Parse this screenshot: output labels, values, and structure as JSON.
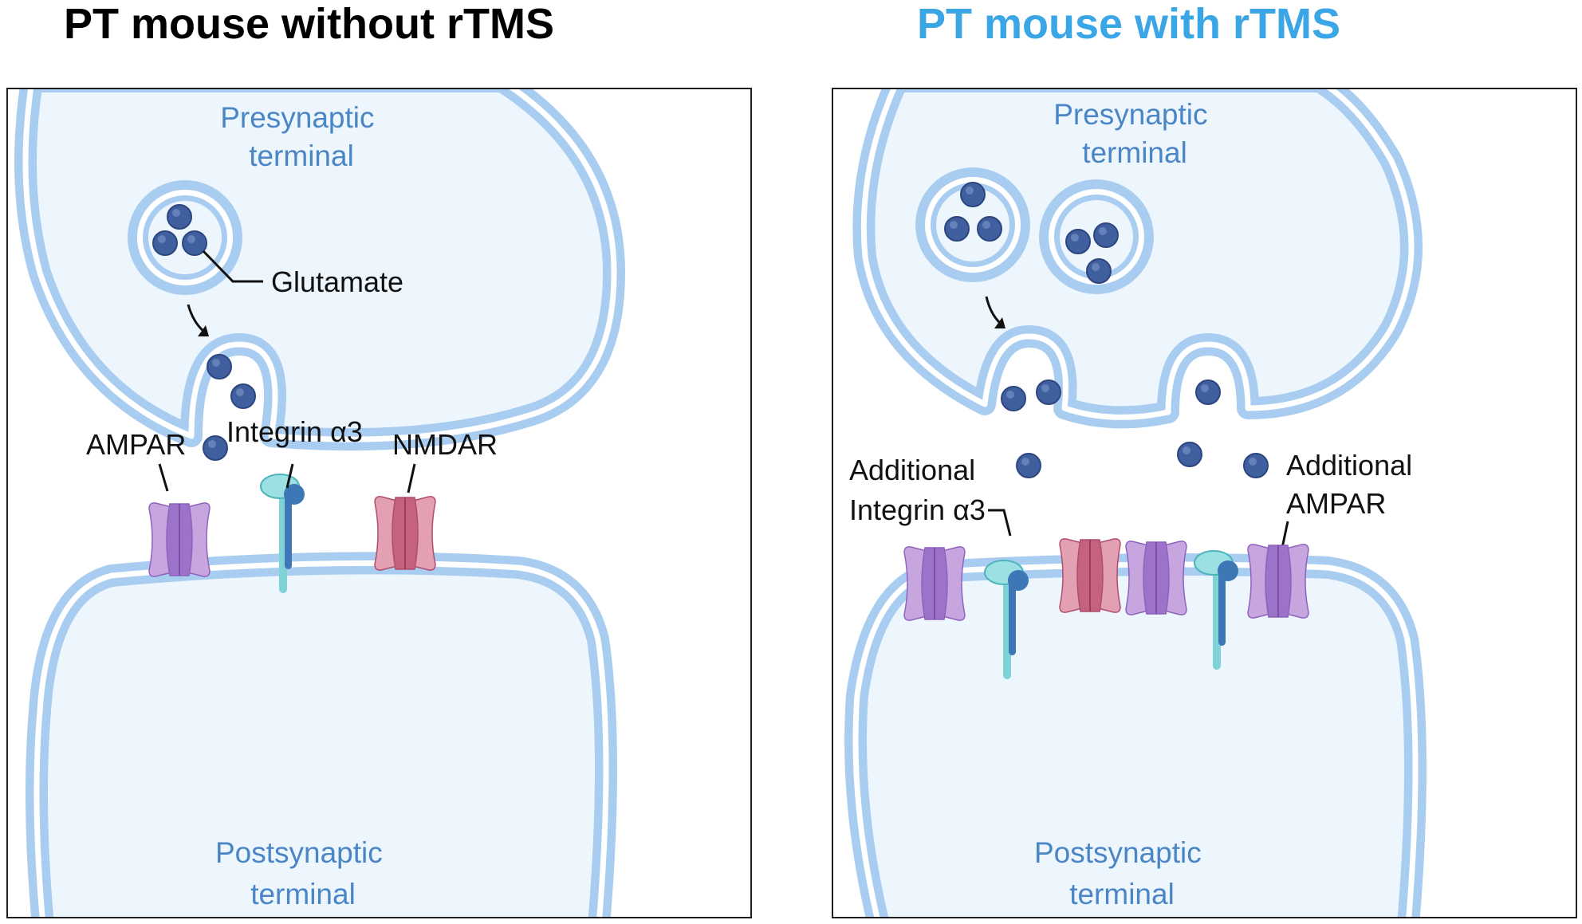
{
  "titles": {
    "left": "PT mouse without rTMS",
    "right": "PT mouse with rTMS"
  },
  "colors": {
    "title_left": "#000000",
    "title_right": "#3aa6e6",
    "membrane_outer": "#a9cdf0",
    "membrane_inner": "#ffffff",
    "cytoplasm": "#eef6fd",
    "terminal_text": "#4a86c5",
    "glutamate": "#3f5f9e",
    "ampar": "#c7a6e0",
    "ampar_dark": "#8e63bd",
    "nmdar": "#d98aa0",
    "nmdar_dark": "#b04d6c",
    "integrin_light": "#7fd2d6",
    "integrin_dark": "#3d77b5",
    "label_text": "#111111"
  },
  "left_panel": {
    "presynaptic_label": [
      "Presynaptic",
      "terminal"
    ],
    "postsynaptic_label": [
      "Postsynaptic",
      "terminal"
    ],
    "glutamate_label": "Glutamate",
    "ampar_label": "AMPAR",
    "integrin_label": "Integrin α3",
    "nmdar_label": "NMDAR"
  },
  "right_panel": {
    "presynaptic_label": [
      "Presynaptic",
      "terminal"
    ],
    "postsynaptic_label": [
      "Postsynaptic",
      "terminal"
    ],
    "additional_integrin_label": [
      "Additional",
      "Integrin α3"
    ],
    "additional_ampar_label": [
      "Additional",
      "AMPAR"
    ]
  },
  "icons": {
    "glutamate": "glutamate-molecule-icon",
    "vesicle": "synaptic-vesicle-icon",
    "ampar": "ampa-receptor-icon",
    "nmdar": "nmda-receptor-icon",
    "integrin": "integrin-receptor-icon",
    "arrow": "curved-arrow-icon"
  }
}
